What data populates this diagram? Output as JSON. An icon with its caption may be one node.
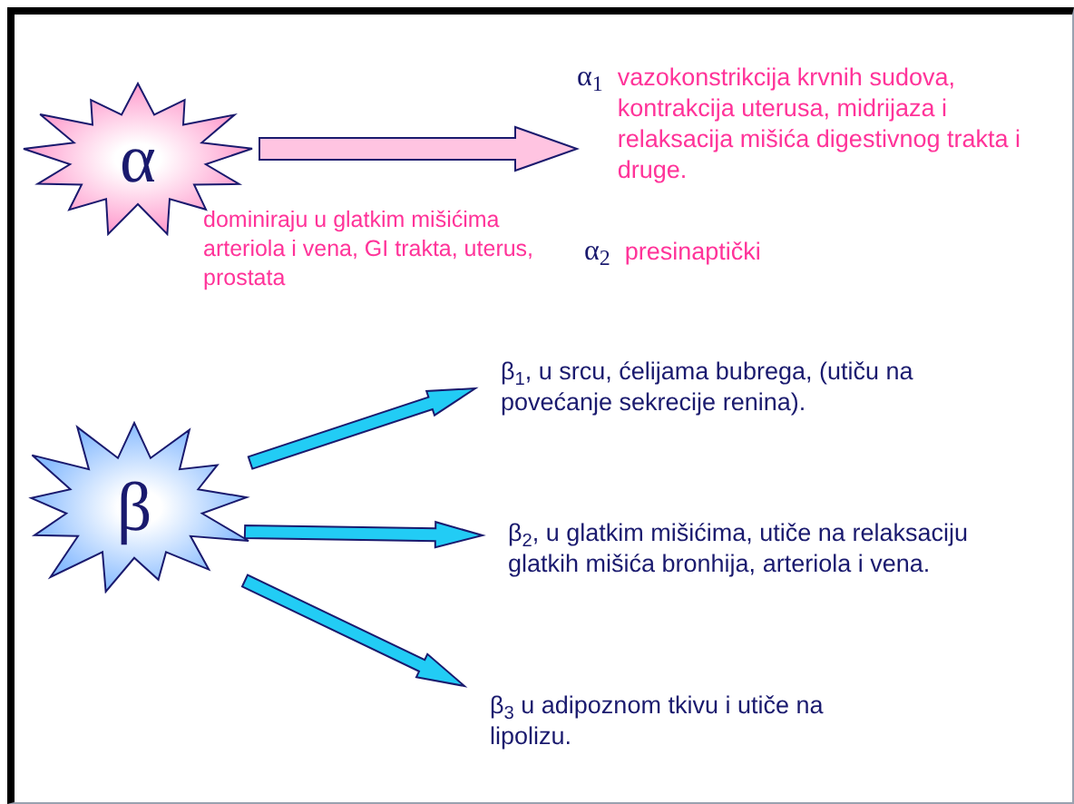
{
  "diagram": {
    "nodes": [
      {
        "text": [
          "α"
        ],
        "beside": [
          "dominiraju u glatkim mišićima arteriola i vena,  GI trakta, uterus, prostata"
        ]
      },
      {
        "text": [
          "α$_{1}$",
          "vazokonstrikcija krvnih sudova, kontrakcija uterusa, midrijaza i relaksacija mišića digestivnog trakta i druge."
        ]
      },
      {
        "text": [
          "β"
        ]
      },
      {
        "text": [
          "β$_{1}$, u srcu, ćelijama bubrega, (utiču na povećanje sekrecije renina)."
        ]
      },
      {
        "text": [
          "β$_{2}$, u glatkim mišićima, utiče na relaksaciju glatkih mišića bronhija, arteriola i vena."
        ]
      },
      {
        "text": [
          "β$_{3}$ u adipoznom tkivu i utiče na lipolizu."
        ]
      }
    ],
    "edges": [
      {
        "from": 0,
        "to": 1,
        "arrow": "to",
        "color": "#ffc4e1"
      },
      {
        "from": 2,
        "to": 3,
        "arrow": "to"
      },
      {
        "from": 2,
        "to": 4,
        "arrow": "to"
      },
      {
        "from": 2,
        "to": 5,
        "arrow": "to"
      }
    ],
    "labels": [
      "α$_{2}$",
      "presinaptički"
    ]
  }
}
